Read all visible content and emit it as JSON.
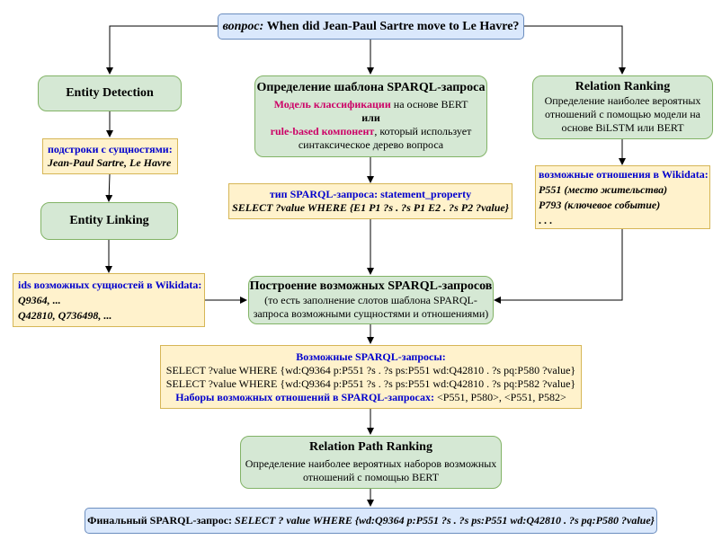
{
  "question": {
    "label": "вопрос:",
    "text": "When did Jean-Paul Sartre move to Le Havre?"
  },
  "entity_detection": {
    "title": "Entity Detection"
  },
  "substrings": {
    "label": "подстроки с сущностями:",
    "value": "Jean-Paul Sartre, Le Havre"
  },
  "entity_linking": {
    "title": "Entity Linking"
  },
  "ids": {
    "label": "ids возможных сущностей в Wikidata:",
    "line1": "Q9364, ...",
    "line2": "Q42810, Q736498, ..."
  },
  "template": {
    "title": "Определение шаблона SPARQL-запроса",
    "model_hl": "Модель классификации",
    "model_rest": " на основе BERT",
    "or": "или",
    "rule_hl": "rule-based компонент",
    "rule_rest": ", который использует",
    "line4": "синтаксическое дерево вопроса"
  },
  "query_type": {
    "label": "тип SPARQL-запроса: statement_property",
    "query": "SELECT ?value WHERE {E1 P1 ?s . ?s P1 E2 . ?s P2 ?value}"
  },
  "relation_ranking": {
    "title": "Relation Ranking",
    "line1": "Определение наиболее вероятных",
    "line2": "отношений с помощью модели на",
    "line3": "основе BiLSTM или BERT"
  },
  "possible_relations": {
    "label": "возможные отношения в Wikidata:",
    "r1": "P551 (место жительства)",
    "r2": "P793 (ключевое событие)",
    "r3": ". . ."
  },
  "build": {
    "title": "Построение возможных SPARQL-запросов",
    "line1": "(то есть заполнение слотов шаблона SPARQL-",
    "line2": "запроса возможными сущностями и отношениями)"
  },
  "possible_queries": {
    "label": "Возможные SPARQL-запросы:",
    "q1": "SELECT ?value WHERE {wd:Q9364 p:P551 ?s . ?s ps:P551 wd:Q42810 . ?s pq:P580 ?value}",
    "q2": "SELECT ?value WHERE {wd:Q9364 p:P551 ?s . ?s ps:P551 wd:Q42810 . ?s pq:P582 ?value}",
    "sets_label": "Наборы возможных отношений в SPARQL-запросах:",
    "sets_value": " <P551, P580>, <P551, P582>"
  },
  "path_ranking": {
    "title": "Relation Path Ranking",
    "line1": "Определение наиболее вероятных наборов возможных",
    "line2": "отношений с помощью BERT"
  },
  "final": {
    "label": "Финальный SPARQL-запрос:",
    "query": " SELECT ? value WHERE {wd:Q9364 p:P551 ?s . ?s ps:P551 wd:Q42810 . ?s pq:P580 ?value}"
  },
  "colors": {
    "green_fill": "#d5e8d4",
    "green_border": "#82b366",
    "yellow_fill": "#fff2cc",
    "yellow_border": "#d6b656",
    "blue_fill": "#dae8fc",
    "blue_border": "#6c8ebf",
    "navy_text": "#0000cc",
    "magenta_text": "#cc0066"
  }
}
